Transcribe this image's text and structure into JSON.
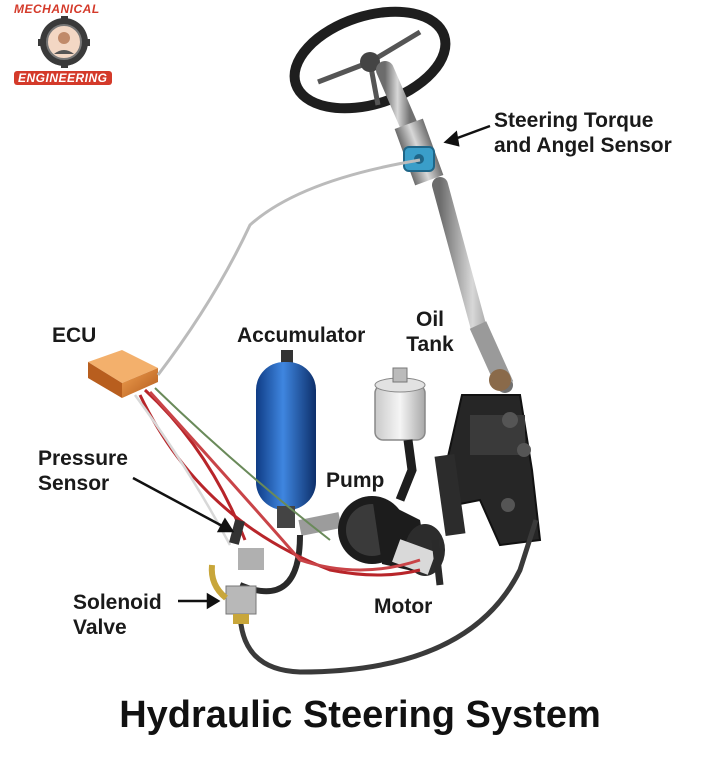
{
  "title": "Hydraulic Steering System",
  "logo": {
    "top_text": "MECHANICAL",
    "bottom_text": "ENGINEERING"
  },
  "labels": {
    "steering_sensor": [
      "Steering Torque",
      "and Angel Sensor"
    ],
    "ecu": "ECU",
    "accumulator": "Accumulator",
    "oil_tank": [
      "Oil",
      "Tank"
    ],
    "pressure_sensor": [
      "Pressure",
      "Sensor"
    ],
    "pump": "Pump",
    "solenoid_valve": [
      "Solenoid",
      "Valve"
    ],
    "motor": "Motor"
  },
  "colors": {
    "accumulator": "#1f5fb8",
    "ecu": "#d9792a",
    "sensor": "#3a9ec9",
    "wire_red": "#b8252a",
    "housing": "#2a2a2a",
    "logo_red": "#d43a2a"
  }
}
